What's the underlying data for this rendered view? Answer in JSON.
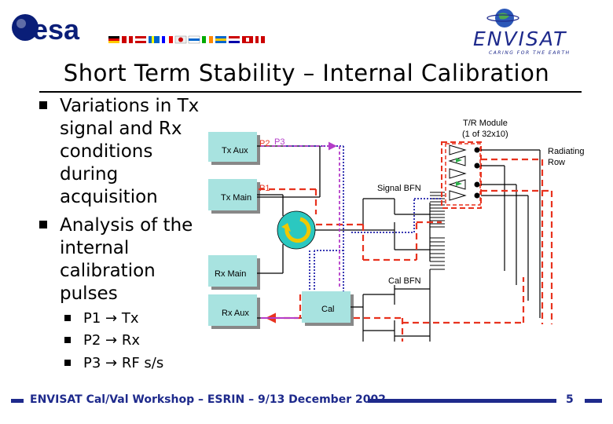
{
  "header": {
    "esa_logo_text": "esa",
    "envisat_logo_text": "ENVISAT",
    "envisat_tagline": "CARING FOR THE EARTH"
  },
  "title": "Short Term Stability – Internal Calibration",
  "bullets": [
    {
      "text_lines": [
        "Variations in Tx",
        "signal and Rx",
        "conditions",
        "during",
        "acquisition"
      ]
    },
    {
      "text_lines": [
        "Analysis of the",
        "internal",
        "calibration",
        "pulses"
      ]
    }
  ],
  "sub_bullets": [
    "P1 → Tx",
    "P2 → Rx",
    "P3 → RF s/s"
  ],
  "diagram": {
    "labels": {
      "tx_aux": "Tx Aux",
      "tx_main": "Tx Main",
      "rx_main": "Rx Main",
      "rx_aux": "Rx Aux",
      "cal": "Cal",
      "signal_bfn": "Signal BFN",
      "cal_bfn": "Cal BFN",
      "tr_module_line1": "T/R Module",
      "tr_module_line2": "(1 of 32x10)",
      "radiating_row_line1": "Radiating",
      "radiating_row_line2": "Row",
      "p1": "P1",
      "p2": "P2",
      "p3": "P3"
    },
    "colors": {
      "block_fill": "#a8e3e0",
      "p1": "#e8321e",
      "p2": "#e8321e",
      "p3": "#b43cc8",
      "rf_ss": "#3a3ab4",
      "circulator_fill": "#2bc8c0",
      "circulator_arrow": "#f0c800"
    }
  },
  "footer": {
    "text": "ENVISAT Cal/Val Workshop – ESRIN – 9/13 December 2002",
    "page": "5",
    "color": "#1e2a8c"
  }
}
